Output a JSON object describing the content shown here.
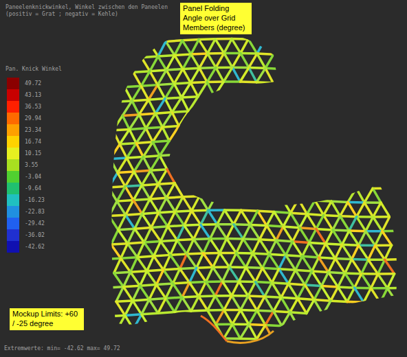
{
  "diagram": {
    "nodes": [
      {
        "text": [
          "Panel Folding Angle over Grid Members (degree)"
        ]
      },
      {
        "text": [
          "Mockup Limits: +60 / -25 degree"
        ]
      }
    ],
    "labels": [
      "Paneelenknickwinkel, Winkel zwischen den Paneelen",
      "(positiv = Grat ; negativ = Kehle)",
      "Pan. Knick Winkel",
      "Extremwerte: min= -42.62 max= 49.72"
    ],
    "legend": [
      {
        "text": "49.72",
        "color": "#8b0000"
      },
      {
        "text": "43.13",
        "color": "#c80000"
      },
      {
        "text": "36.53",
        "color": "#ff2000"
      },
      {
        "text": "29.94",
        "color": "#ff6a00"
      },
      {
        "text": "23.34",
        "color": "#ffa000"
      },
      {
        "text": "16.74",
        "color": "#ffd200"
      },
      {
        "text": "10.15",
        "color": "#e6f020"
      },
      {
        "text": "3.55",
        "color": "#a8e020"
      },
      {
        "text": "-3.04",
        "color": "#50d030"
      },
      {
        "text": "-9.64",
        "color": "#20c070"
      },
      {
        "text": "-16.23",
        "color": "#20c0c0"
      },
      {
        "text": "-22.83",
        "color": "#2090e0"
      },
      {
        "text": "-29.42",
        "color": "#2060f0"
      },
      {
        "text": "-36.02",
        "color": "#2030d0"
      },
      {
        "text": "-42.62",
        "color": "#1010b0"
      }
    ]
  }
}
